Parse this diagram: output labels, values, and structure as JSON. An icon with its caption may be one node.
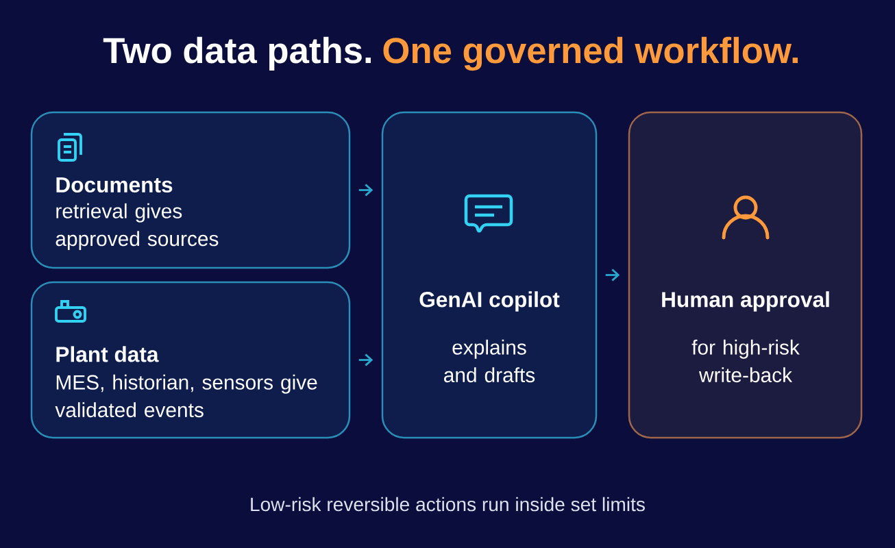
{
  "diagram": {
    "title": "Two data paths.",
    "nodes": [
      {
        "text": [
          "Documents",
          "retrieval gives approved sources"
        ]
      },
      {
        "text": [
          "Plant data",
          "MES, historian, sensors give validated events"
        ]
      },
      {
        "text": [
          "GenAI copilot",
          "explains and drafts"
        ]
      },
      {
        "text": [
          "Human approval",
          "for high-risk write-back"
        ]
      }
    ],
    "edges": [
      {
        "from": 0,
        "to": 2,
        "arrow": "to"
      },
      {
        "from": 1,
        "to": 2,
        "arrow": "to"
      },
      {
        "from": 2,
        "to": 3,
        "arrow": "to"
      }
    ],
    "labels": [
      "One governed workflow."
    ],
    "caption": "Low-risk reversible actions run inside set limits"
  }
}
